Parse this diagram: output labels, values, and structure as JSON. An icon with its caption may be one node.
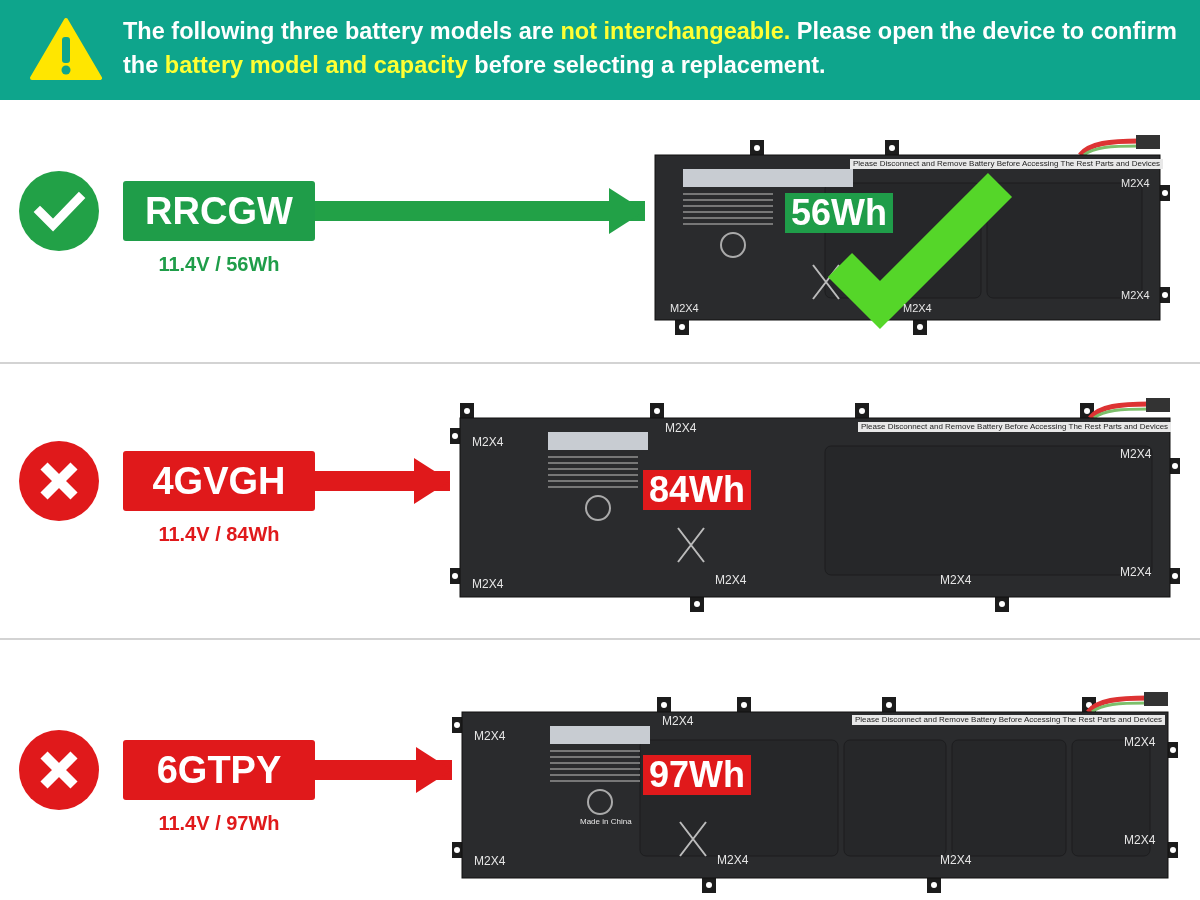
{
  "diagram": {
    "title": "The following three battery models are **not interchangeable.** Please open the device to confirm the **battery model and capacity** before selecting a replacement.",
    "nodes": [
      {
        "text": [
          "RRCGW"
        ],
        "beside": [
          "11.4V / 56Wh"
        ]
      },
      {
        "text": [
          "56Wh"
        ]
      },
      {
        "text": [
          "4GVGH"
        ],
        "beside": [
          "11.4V / 84Wh"
        ]
      },
      {
        "text": [
          "84Wh"
        ]
      },
      {
        "text": [
          "6GTPY"
        ],
        "beside": [
          "11.4V / 97Wh"
        ]
      },
      {
        "text": [
          "97Wh"
        ]
      }
    ],
    "edges": [
      {
        "from": 0,
        "to": 1,
        "arrow": "to",
        "color": "#22a147"
      },
      {
        "from": 2,
        "to": 3,
        "arrow": "to"
      },
      {
        "from": 4,
        "to": 5,
        "arrow": "to"
      }
    ],
    "labels": [
      "Please Disconnect and Remove Battery Before Accessing The Rest Parts and Devices",
      "M2X4",
      "M2X4",
      "M2X4",
      "M2X4",
      "M2X4",
      "M2X4",
      "Please Disconnect and Remove Battery Before Accessing The Rest Parts and Devices",
      "M2X4",
      "M2X4",
      "M2X4",
      "M2X4",
      "M2X4",
      "M2X4",
      "M2X4",
      "Please Disconnect and Remove Battery Before Accessing The Rest Parts and Devices",
      "M2X4",
      "M2X4",
      "M2X4",
      "M2X4",
      "M2X4",
      "Made in China"
    ]
  }
}
